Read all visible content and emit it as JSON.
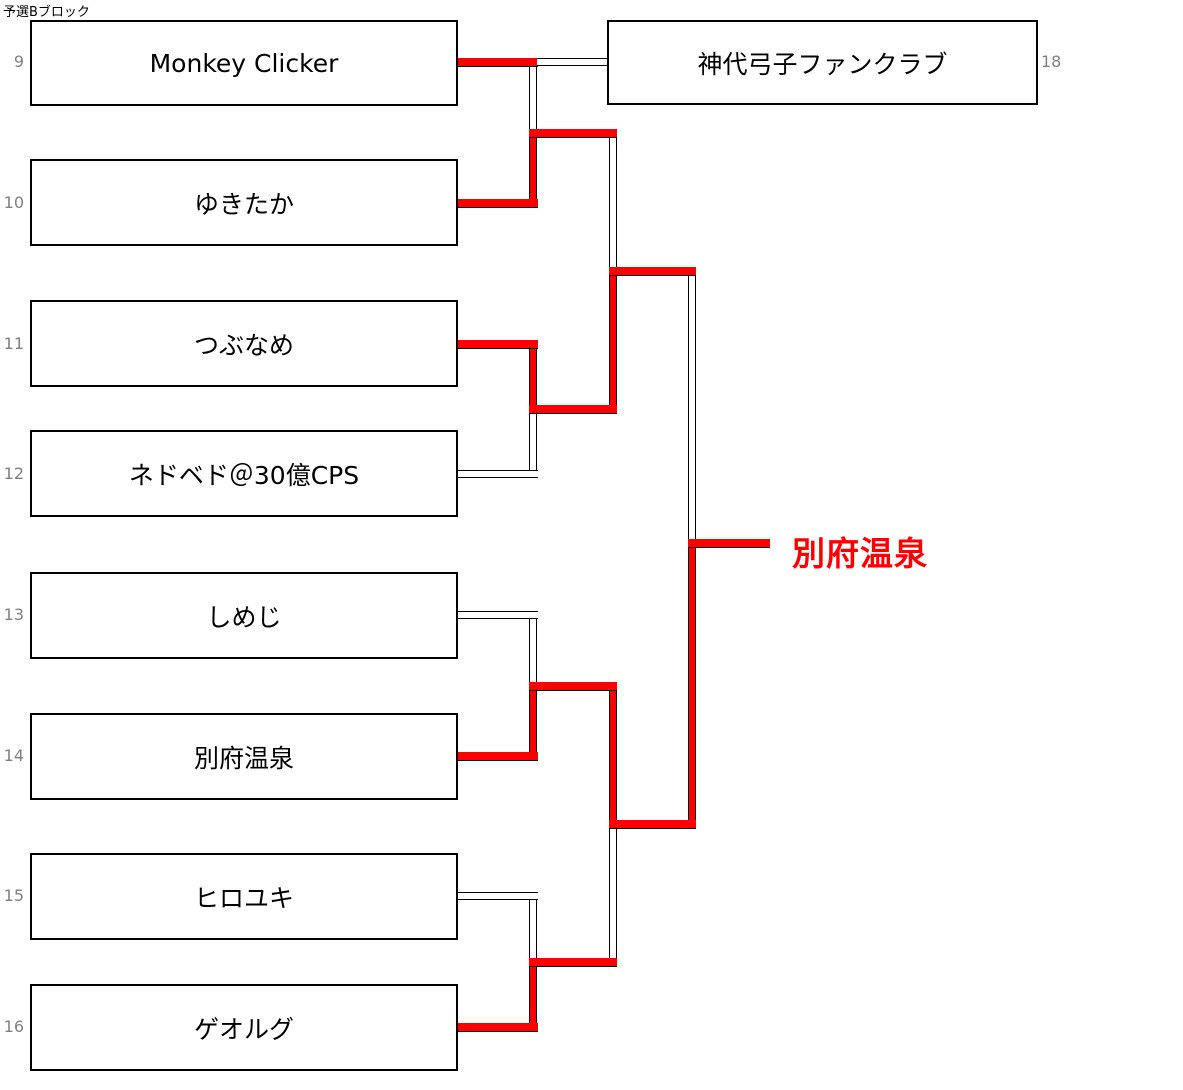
{
  "title": "予選Bブロック",
  "colors": {
    "winner_path": "#ff0000",
    "line": "#000000",
    "seed_label": "#808080",
    "champion_text": "#ff0000"
  },
  "bracket": {
    "block_name": "予選Bブロック",
    "entrants": [
      {
        "seed": "9",
        "name": "Monkey Clicker"
      },
      {
        "seed": "10",
        "name": "ゆきたか"
      },
      {
        "seed": "11",
        "name": "つぶなめ"
      },
      {
        "seed": "12",
        "name": "ネドベド＠30億CPS"
      },
      {
        "seed": "13",
        "name": "しめじ"
      },
      {
        "seed": "14",
        "name": "別府温泉"
      },
      {
        "seed": "15",
        "name": "ヒロユキ"
      },
      {
        "seed": "16",
        "name": "ゲオルグ"
      }
    ],
    "playin_entrant": {
      "seed": "18",
      "name": "神代弓子ファンクラブ"
    },
    "champion": "別府温泉",
    "results": [
      {
        "round": "play-in",
        "winner": "Monkey Clicker",
        "loser": "神代弓子ファンクラブ"
      },
      {
        "round": "round1",
        "winner": "ゆきたか",
        "loser": "Monkey Clicker"
      },
      {
        "round": "round1",
        "winner": "つぶなめ",
        "loser": "ネドベド＠30億CPS"
      },
      {
        "round": "round1",
        "winner": "別府温泉",
        "loser": "しめじ"
      },
      {
        "round": "round1",
        "winner": "ゲオルグ",
        "loser": "ヒロユキ"
      },
      {
        "round": "semifinal",
        "winner": "つぶなめ",
        "loser": "ゆきたか"
      },
      {
        "round": "semifinal",
        "winner": "別府温泉",
        "loser": "ゲオルグ"
      },
      {
        "round": "final",
        "winner": "別府温泉",
        "loser": "つぶなめ"
      }
    ]
  }
}
